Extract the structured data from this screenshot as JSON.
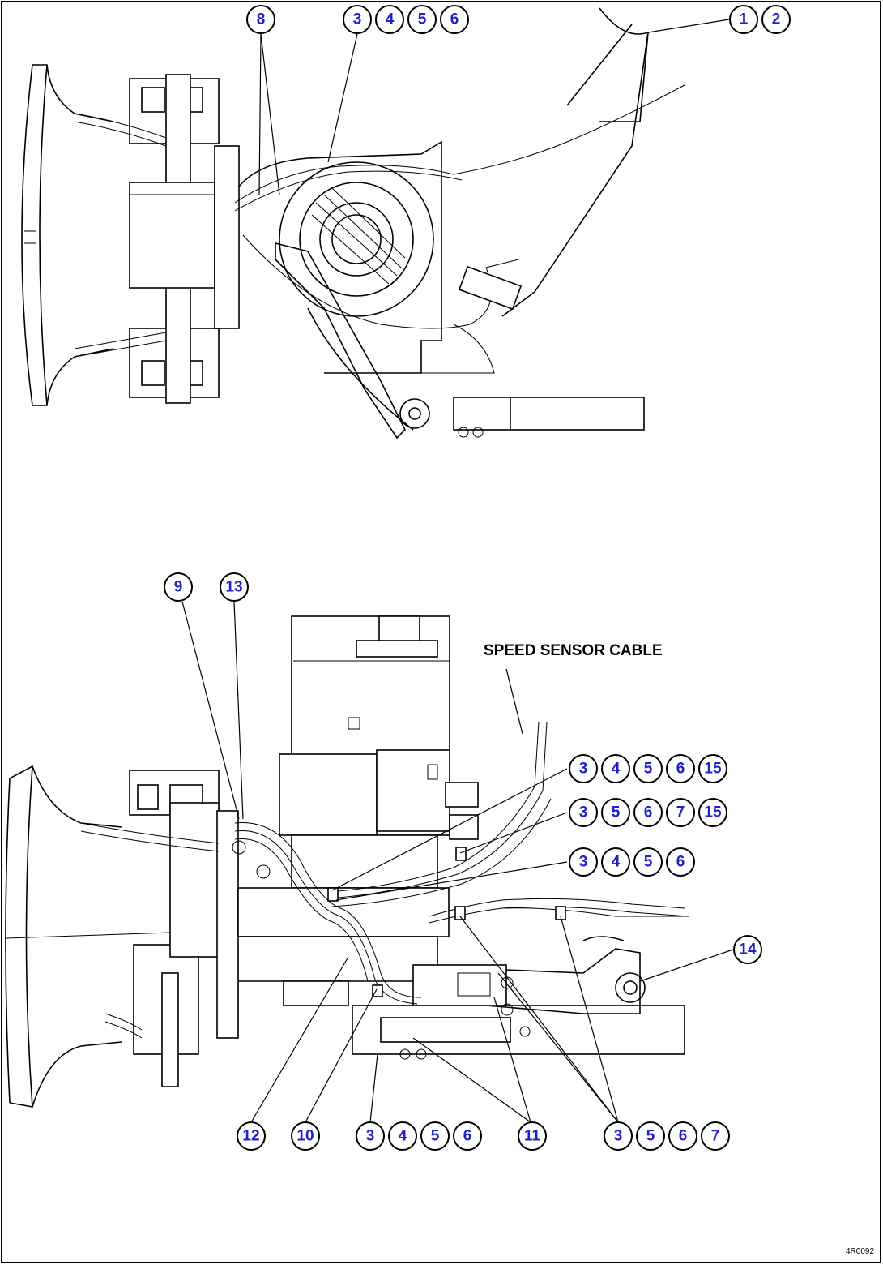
{
  "top_view": {
    "callouts": [
      {
        "id": "c-top-1",
        "text": "1"
      },
      {
        "id": "c-top-2",
        "text": "2"
      },
      {
        "id": "c-top-3",
        "text": "3"
      },
      {
        "id": "c-top-4",
        "text": "4"
      },
      {
        "id": "c-top-5",
        "text": "5"
      },
      {
        "id": "c-top-6",
        "text": "6"
      },
      {
        "id": "c-top-8",
        "text": "8"
      }
    ]
  },
  "bottom_view": {
    "label_speed_sensor": "SPEED SENSOR CABLE",
    "callouts": {
      "c9": "9",
      "c13": "13",
      "r1": [
        "3",
        "4",
        "5",
        "6",
        "15"
      ],
      "r2": [
        "3",
        "5",
        "6",
        "7",
        "15"
      ],
      "r3": [
        "3",
        "4",
        "5",
        "6"
      ],
      "c14": "14",
      "c12": "12",
      "c10": "10",
      "b1": [
        "3",
        "4",
        "5",
        "6"
      ],
      "c11": "11",
      "b2": [
        "3",
        "5",
        "6",
        "7"
      ]
    }
  },
  "figure_number": "4R0092"
}
